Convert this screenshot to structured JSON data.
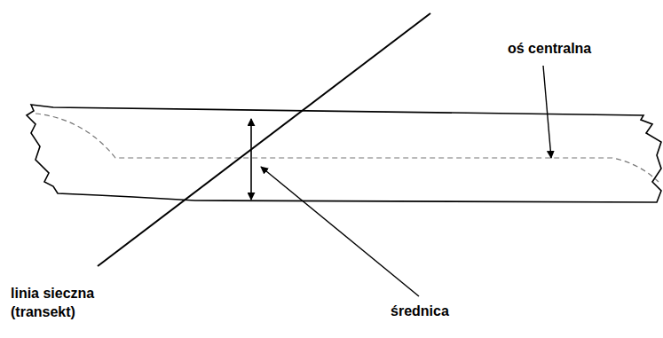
{
  "diagram": {
    "labels": [
      "oś centralna",
      "linia sieczna (transekt)",
      "średnica"
    ]
  }
}
